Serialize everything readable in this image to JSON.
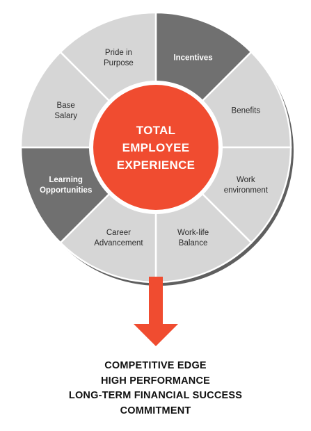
{
  "diagram": {
    "center": {
      "lines": [
        "TOTAL",
        "EMPLOYEE",
        "EXPERIENCE"
      ]
    },
    "segments": [
      {
        "id": "incentives",
        "lines": [
          "Incentives"
        ],
        "highlight": true
      },
      {
        "id": "benefits",
        "lines": [
          "Benefits"
        ],
        "highlight": false
      },
      {
        "id": "work-environment",
        "lines": [
          "Work",
          "environment"
        ],
        "highlight": false
      },
      {
        "id": "work-life-balance",
        "lines": [
          "Work-life",
          "Balance"
        ],
        "highlight": false
      },
      {
        "id": "career-advancement",
        "lines": [
          "Career",
          "Advancement"
        ],
        "highlight": false
      },
      {
        "id": "learning-opportunities",
        "lines": [
          "Learning",
          "Opportunities"
        ],
        "highlight": true
      },
      {
        "id": "base-salary",
        "lines": [
          "Base",
          "Salary"
        ],
        "highlight": false
      },
      {
        "id": "pride-in-purpose",
        "lines": [
          "Pride in",
          "Purpose"
        ],
        "highlight": false
      }
    ],
    "outcomes": [
      "COMPETITIVE EDGE",
      "HIGH PERFORMANCE",
      "LONG-TERM FINANCIAL SUCCESS",
      "COMMITMENT"
    ]
  },
  "colors": {
    "segment_light": "#d6d6d6",
    "segment_dark": "#707070",
    "segment_border": "#ffffff",
    "ring_shadow": "#5f5f5f",
    "center_fill": "#f04c30",
    "arrow_fill": "#f04c30",
    "label_dark": "#2b2b2b",
    "label_light": "#ffffff"
  }
}
